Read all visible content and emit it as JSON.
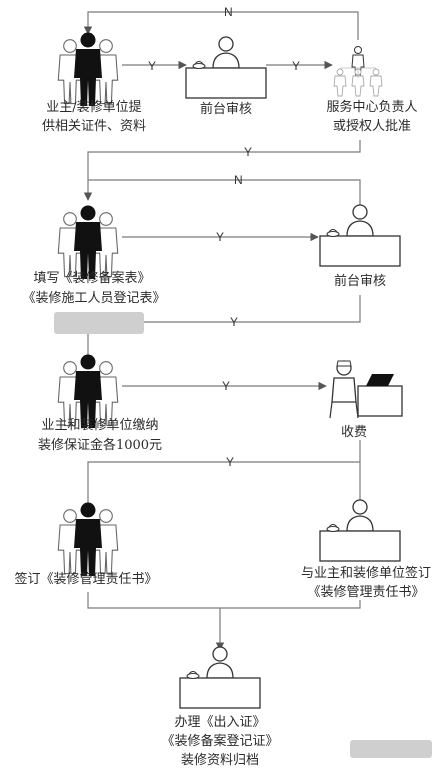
{
  "diagram": {
    "labels": {
      "step1_line1": "业主/装修单位提",
      "step1_line2": "供相关证件、资料",
      "review1": "前台审核",
      "approve_line1": "服务中心负责人",
      "approve_line2": "或授权人批准",
      "step2_line1": "填写《装修备案表》",
      "step2_line2": "《装修施工人员登记表》",
      "review2": "前台审核",
      "step3_line1": "业主和装修单位缴纳",
      "step3_line2": "装修保证金各1000元",
      "fee": "收费",
      "step4": "签订《装修管理责任书》",
      "sign_line1": "与业主和装修单位签订",
      "sign_line2": "《装修管理责任书》",
      "final_line1": "办理《出入证》",
      "final_line2": "《装修备案登记证》",
      "final_line3": "装修资料归档"
    },
    "edges": {
      "y1": "Y",
      "y2": "Y",
      "y3": "Y",
      "y4": "Y",
      "y5": "Y",
      "y6": "Y",
      "y7": "Y",
      "n1": "N",
      "n2": "N"
    }
  }
}
